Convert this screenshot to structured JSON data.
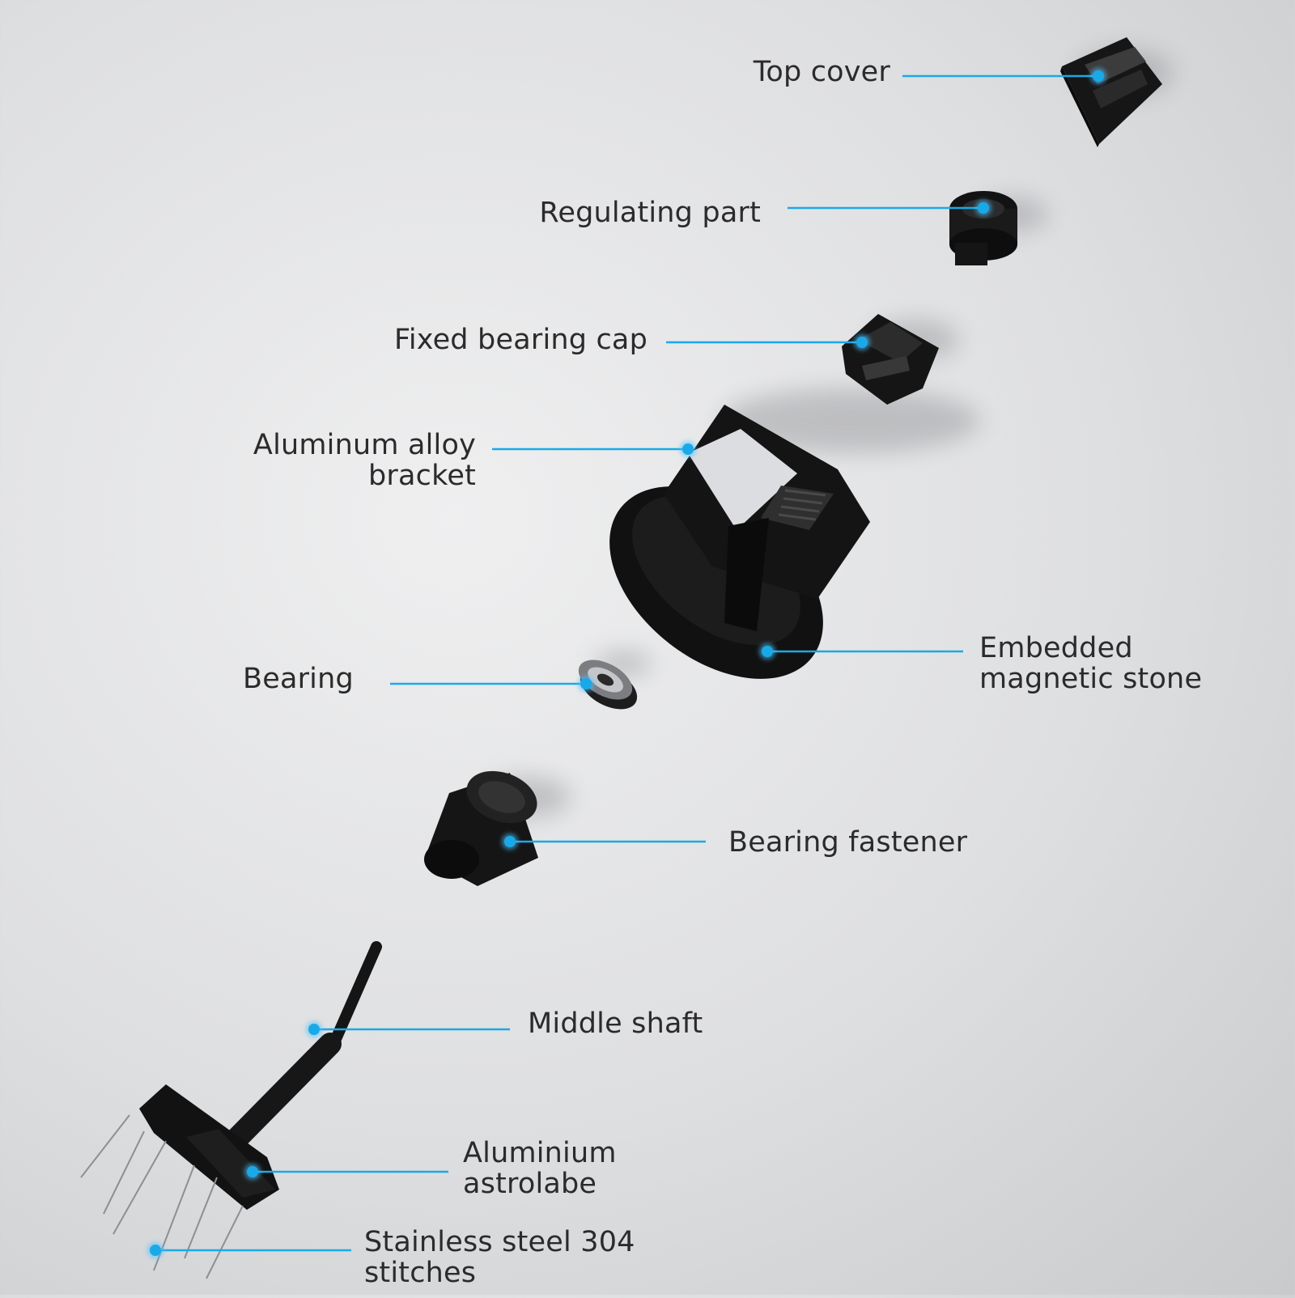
{
  "accent_color": "#1aa9e8",
  "parts": {
    "top_cover": {
      "lines": [
        "Top cover"
      ]
    },
    "regulating_part": {
      "lines": [
        "Regulating part"
      ]
    },
    "fixed_bearing_cap": {
      "lines": [
        "Fixed bearing cap"
      ]
    },
    "aluminum_alloy_bracket": {
      "lines": [
        "Aluminum alloy",
        "bracket"
      ]
    },
    "embedded_magnetic_stone": {
      "lines": [
        "Embedded",
        "magnetic stone"
      ]
    },
    "bearing": {
      "lines": [
        "Bearing"
      ]
    },
    "bearing_fastener": {
      "lines": [
        "Bearing fastener"
      ]
    },
    "middle_shaft": {
      "lines": [
        "Middle shaft"
      ]
    },
    "aluminium_astrolabe": {
      "lines": [
        "Aluminium",
        "astrolabe"
      ]
    },
    "stainless_steel_stitches": {
      "lines": [
        "Stainless steel 304",
        "stitches"
      ]
    }
  }
}
